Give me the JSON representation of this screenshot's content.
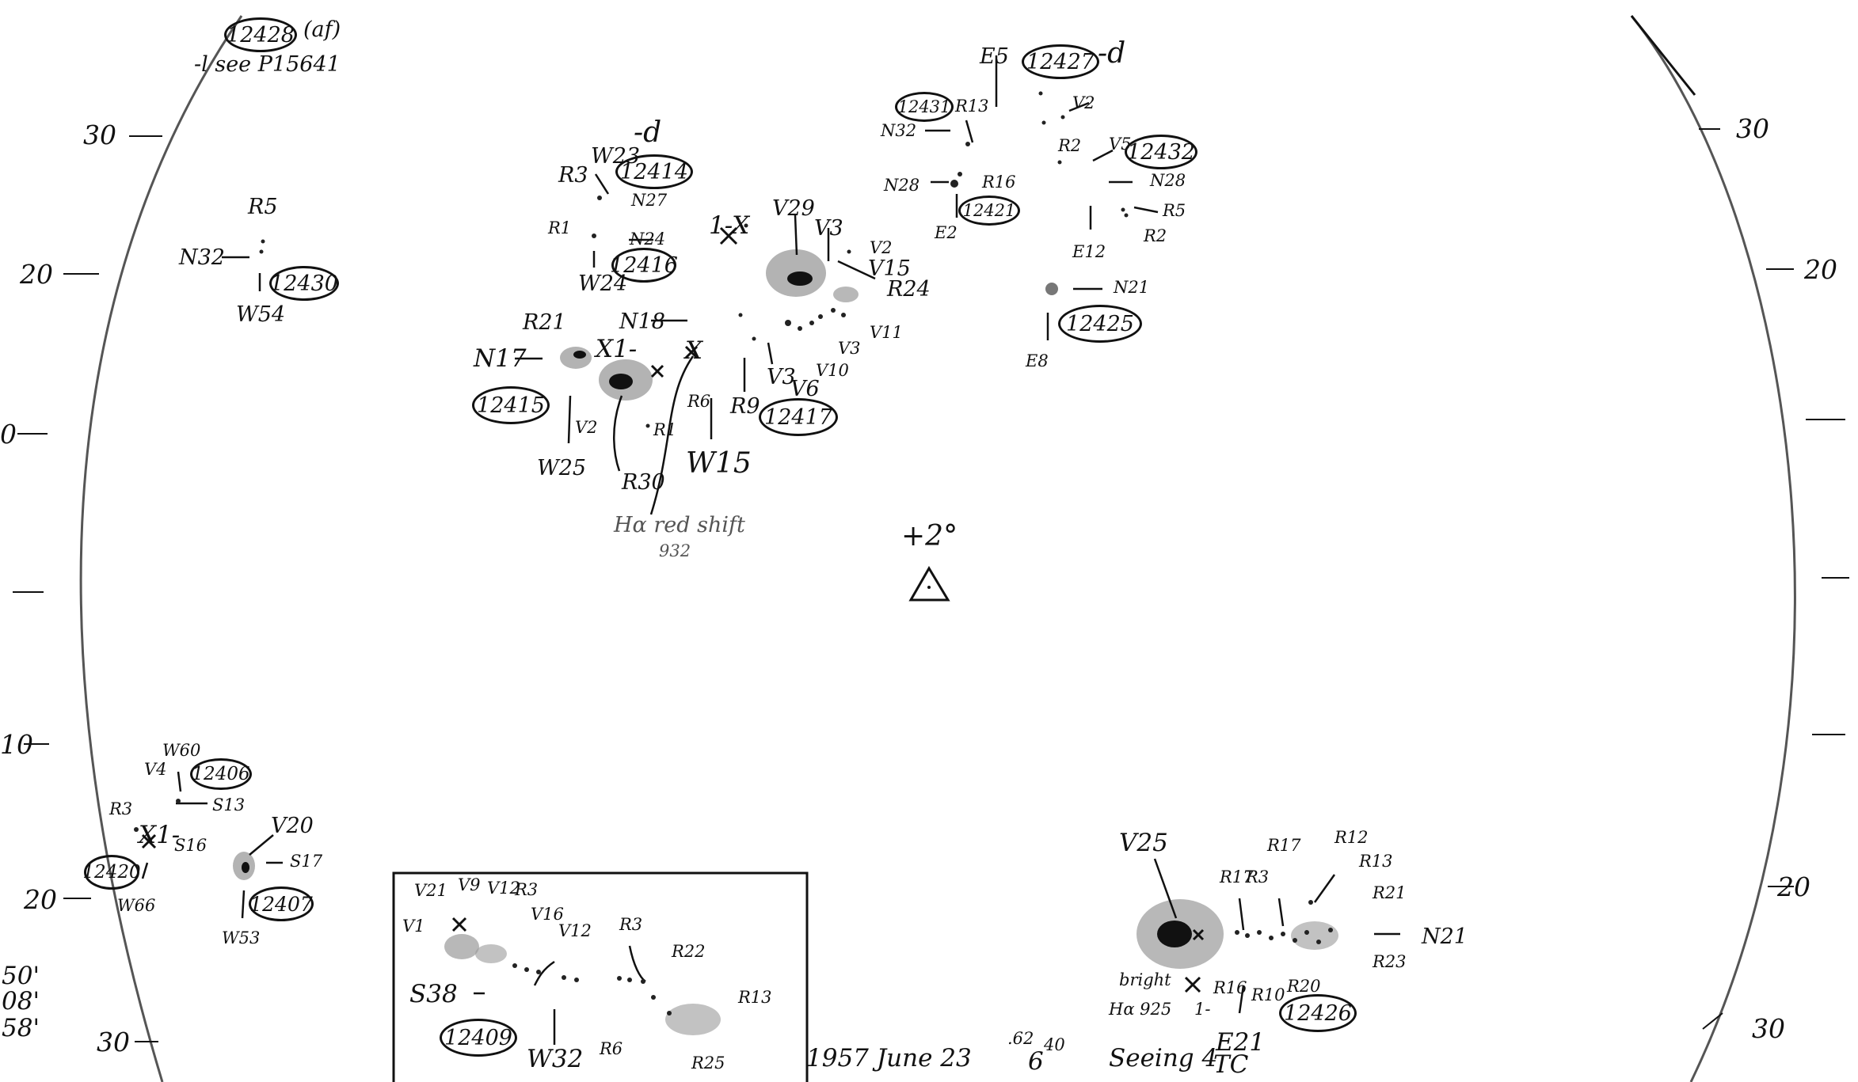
{
  "sheet": {
    "date_line": "1957 June 23",
    "time": "6",
    "time_minutes": "40",
    "time_note": ".62",
    "seeing": "Seeing 4",
    "observer_line1": "E21",
    "observer_line2": "TC",
    "center_label": "+2°",
    "left_margin_numbers": [
      "50'",
      "08'",
      "58'"
    ],
    "left_axis": [
      "30",
      "20",
      "0",
      "10",
      "20",
      "30"
    ],
    "right_axis": [
      "30",
      "20",
      "20",
      "30"
    ]
  },
  "regions": {
    "r12428": {
      "number": "12428",
      "note": "(af)",
      "ref": "-l see P15641"
    },
    "r12430": {
      "number": "12430",
      "r5": "R5",
      "n32": "N32",
      "w54": "W54"
    },
    "r12414": {
      "number": "12414",
      "w23": "W23",
      "d": "-d",
      "r3": "R3",
      "n27": "N27"
    },
    "r12416": {
      "number": "12416",
      "r1": "R1",
      "n24": "N24",
      "w24": "W24"
    },
    "r12415": {
      "number": "12415",
      "r21": "R21",
      "n17": "N17",
      "v2": "V2",
      "w25": "W25",
      "x1": "X1-",
      "n18": "N18"
    },
    "r12417": {
      "number": "12417",
      "v29": "V29",
      "v3a": "V3",
      "v2": "V2",
      "v15": "V15",
      "r24": "R24",
      "v11": "V11",
      "v3b": "V3",
      "v10": "V10",
      "v6": "V6",
      "v3c": "V3",
      "r9": "R9",
      "r6": "R6",
      "r1": "R1",
      "one_x": "1-X",
      "x": "X"
    },
    "r_halpha": {
      "w15": "W15",
      "r30": "R30",
      "note1": "Hα red shift",
      "note2": "932"
    },
    "r12427": {
      "number": "12427",
      "e5": "E5",
      "d": "-d",
      "v2": "V2"
    },
    "r12431": {
      "number": "12431",
      "r13": "R13",
      "n32": "N32"
    },
    "r12432": {
      "number": "12432",
      "r2a": "R2",
      "v5": "V5",
      "n28": "N28",
      "r5": "R5",
      "r2b": "R2",
      "e12": "E12"
    },
    "r12421": {
      "number": "12421",
      "n28": "N28",
      "r16": "R16",
      "e2": "E2"
    },
    "r12425": {
      "number": "12425",
      "n21": "N21",
      "e8": "E8"
    },
    "r12406": {
      "number": "12406",
      "w60": "W60",
      "v4": "V4",
      "s13": "S13"
    },
    "r12420": {
      "number": "12420",
      "r3": "R3",
      "x1": "X1-",
      "s16": "S16",
      "w66": "W66"
    },
    "r12407": {
      "number": "12407",
      "v20": "V20",
      "s17": "S17",
      "w53": "W53"
    },
    "r12409": {
      "number": "12409",
      "v21": "V21",
      "v9": "V9",
      "v12a": "V12",
      "r3a": "R3",
      "v16": "V16",
      "v1": "V1",
      "v12b": "V12",
      "r3b": "R3",
      "r22": "R22",
      "r13": "R13",
      "s38": "S38",
      "w32": "W32",
      "r6": "R6",
      "r25": "R25"
    },
    "r12426": {
      "number": "12426",
      "v25": "V25",
      "r17a": "R17",
      "r3": "R3",
      "r17b": "R17",
      "r12": "R12",
      "r13": "R13",
      "r21": "R21",
      "n21": "N21",
      "r23": "R23",
      "bright": "bright",
      "ha": "Hα 925",
      "one": "1-",
      "r16": "R16",
      "r10": "R10",
      "r20": "R20"
    }
  },
  "style": {
    "ink": "#111111",
    "spot_shade": "#9a9a9a",
    "limb": "#555555"
  }
}
